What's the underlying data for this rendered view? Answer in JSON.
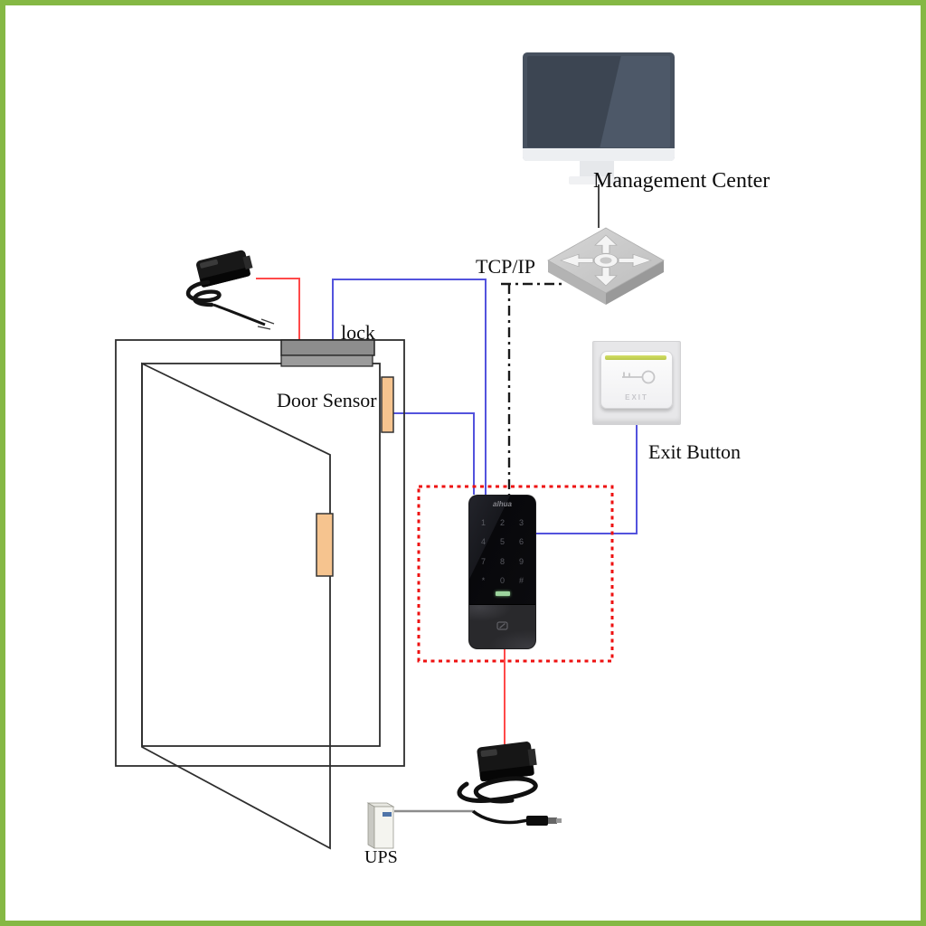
{
  "labels": {
    "management_center": "Management Center",
    "tcpip": "TCP/IP",
    "lock": "lock",
    "door_sensor": "Door Sensor",
    "exit_button": "Exit Button",
    "ups": "UPS"
  },
  "keypad": {
    "brand": "alhua",
    "keys": [
      "1",
      "2",
      "3",
      "4",
      "5",
      "6",
      "7",
      "8",
      "9",
      "*",
      "0",
      "#"
    ]
  },
  "exit_button_device": {
    "label": "EXIT"
  },
  "colors": {
    "border_green": "#85b844",
    "wire_blue": "#5353dd",
    "wire_red": "#ff4949",
    "wire_gray": "#8c8c8c",
    "dashed_box_red": "#ee1111",
    "line_black": "#2e2e2e",
    "handle_orange": "#f6c48f",
    "lock_gray": "#8d8d8d",
    "keypad_led_green": "#9cd49d",
    "exit_stripe_green": "#c3d255"
  }
}
